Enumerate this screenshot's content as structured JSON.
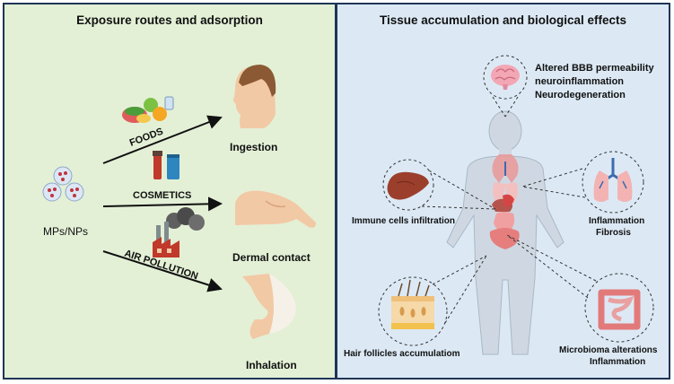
{
  "left_panel": {
    "title": "Exposure routes and adsorption",
    "source_label": "MPs/NPs",
    "routes": [
      {
        "label": "FOODS",
        "target": "Ingestion"
      },
      {
        "label": "COSMETICS",
        "target": "Dermal contact"
      },
      {
        "label": "AIR POLLUTION",
        "target": "Inhalation"
      }
    ]
  },
  "right_panel": {
    "title": "Tissue accumulation and biological effects",
    "brain": {
      "lines": [
        "Altered BBB permeability",
        "neuroinflammation",
        "Neurodegeneration"
      ]
    },
    "liver": {
      "label": "Immune cells infiltration"
    },
    "lungs": {
      "lines": [
        "Inflammation",
        "Fibrosis"
      ]
    },
    "skin": {
      "label": "Hair follicles accumulatiom"
    },
    "intestine": {
      "lines": [
        "Microbioma alterations",
        "Inflammation"
      ]
    }
  },
  "colors": {
    "left_bg": "#e3f0d6",
    "right_bg": "#dce9f5",
    "border": "#1f3556"
  },
  "icons": [
    "particles-icon",
    "food-icon",
    "cosmetics-icon",
    "factory-icon",
    "head-icon",
    "hand-icon",
    "nose-icon",
    "body-icon",
    "brain-icon",
    "liver-icon",
    "lungs-icon",
    "skin-icon",
    "intestine-icon"
  ]
}
